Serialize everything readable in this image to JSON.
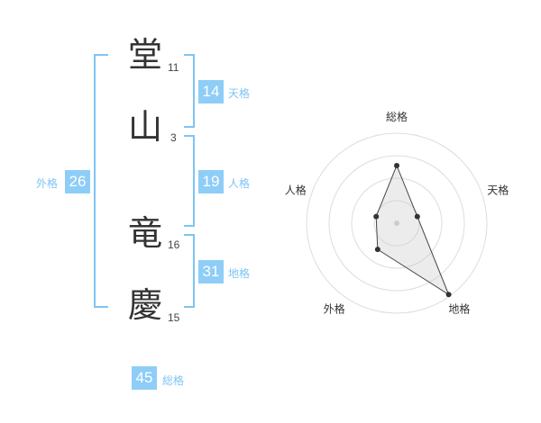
{
  "name_chars": [
    {
      "char": "堂",
      "strokes": "11"
    },
    {
      "char": "山",
      "strokes": "3"
    },
    {
      "char": "竜",
      "strokes": "16"
    },
    {
      "char": "慶",
      "strokes": "15"
    }
  ],
  "fortune": {
    "tenkaku": {
      "value": "14",
      "label": "天格"
    },
    "jinkaku": {
      "value": "19",
      "label": "人格"
    },
    "chikaku": {
      "value": "31",
      "label": "地格"
    },
    "gaikaku": {
      "value": "26",
      "label": "外格"
    },
    "soukaku": {
      "value": "45",
      "label": "総格"
    }
  },
  "colors": {
    "accent": "#7ec4f4",
    "badge": "#8ecdf7",
    "text": "#333333"
  },
  "chart_data": {
    "type": "radar",
    "axes": [
      "総格",
      "天格",
      "地格",
      "外格",
      "人格"
    ],
    "values": [
      3.2,
      1.2,
      4.9,
      1.8,
      1.2
    ],
    "range": [
      0,
      5
    ],
    "grid_rings": 4
  }
}
